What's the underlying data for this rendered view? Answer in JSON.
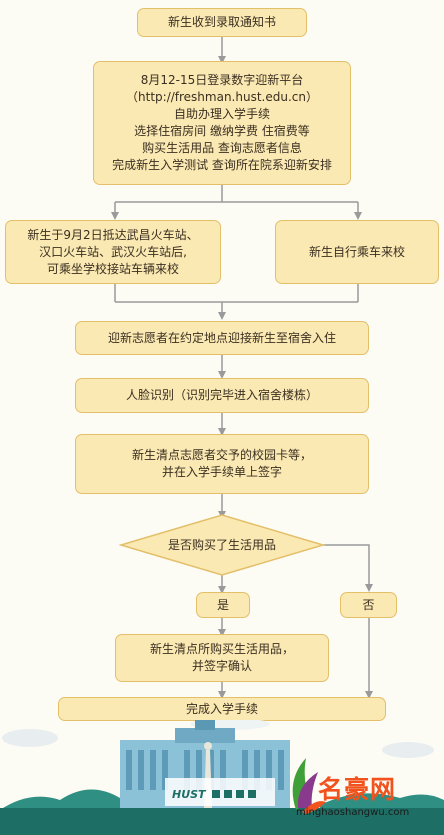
{
  "nodes": {
    "start": "新生收到录取通知书",
    "platform": [
      "8月12-15日登录数字迎新平台",
      "（http://freshman.hust.edu.cn）",
      "自助办理入学手续",
      "选择住宿房间  缴纳学费   住宿费等",
      "购买生活用品  查询志愿者信息",
      "完成新生入学测试  查询所在院系迎新安排"
    ],
    "station": [
      "新生于9月2日抵达武昌火车站、",
      "汉口火车站、武汉火车站后,",
      "可乘坐学校接站车辆来校"
    ],
    "self_travel": "新生自行乘车来校",
    "volunteer": "迎新志愿者在约定地点迎接新生至宿舍入住",
    "face": "人脸识别（识别完毕进入宿舍楼栋）",
    "campus_card": [
      "新生清点志愿者交予的校园卡等，",
      "并在入学手续单上签字"
    ],
    "decision": "是否购买了生活用品",
    "yes": "是",
    "no": "否",
    "check_items": [
      "新生清点所购买生活用品，",
      "并签字确认"
    ],
    "complete": "完成入学手续"
  },
  "watermark": {
    "brand": "名豪网",
    "url": "minghaoshangwu.com"
  },
  "colors": {
    "box_fill": "#fbe9b4",
    "box_border": "#e3bf6a",
    "arrow": "#9a9a9a",
    "brand": "#f2521d"
  }
}
